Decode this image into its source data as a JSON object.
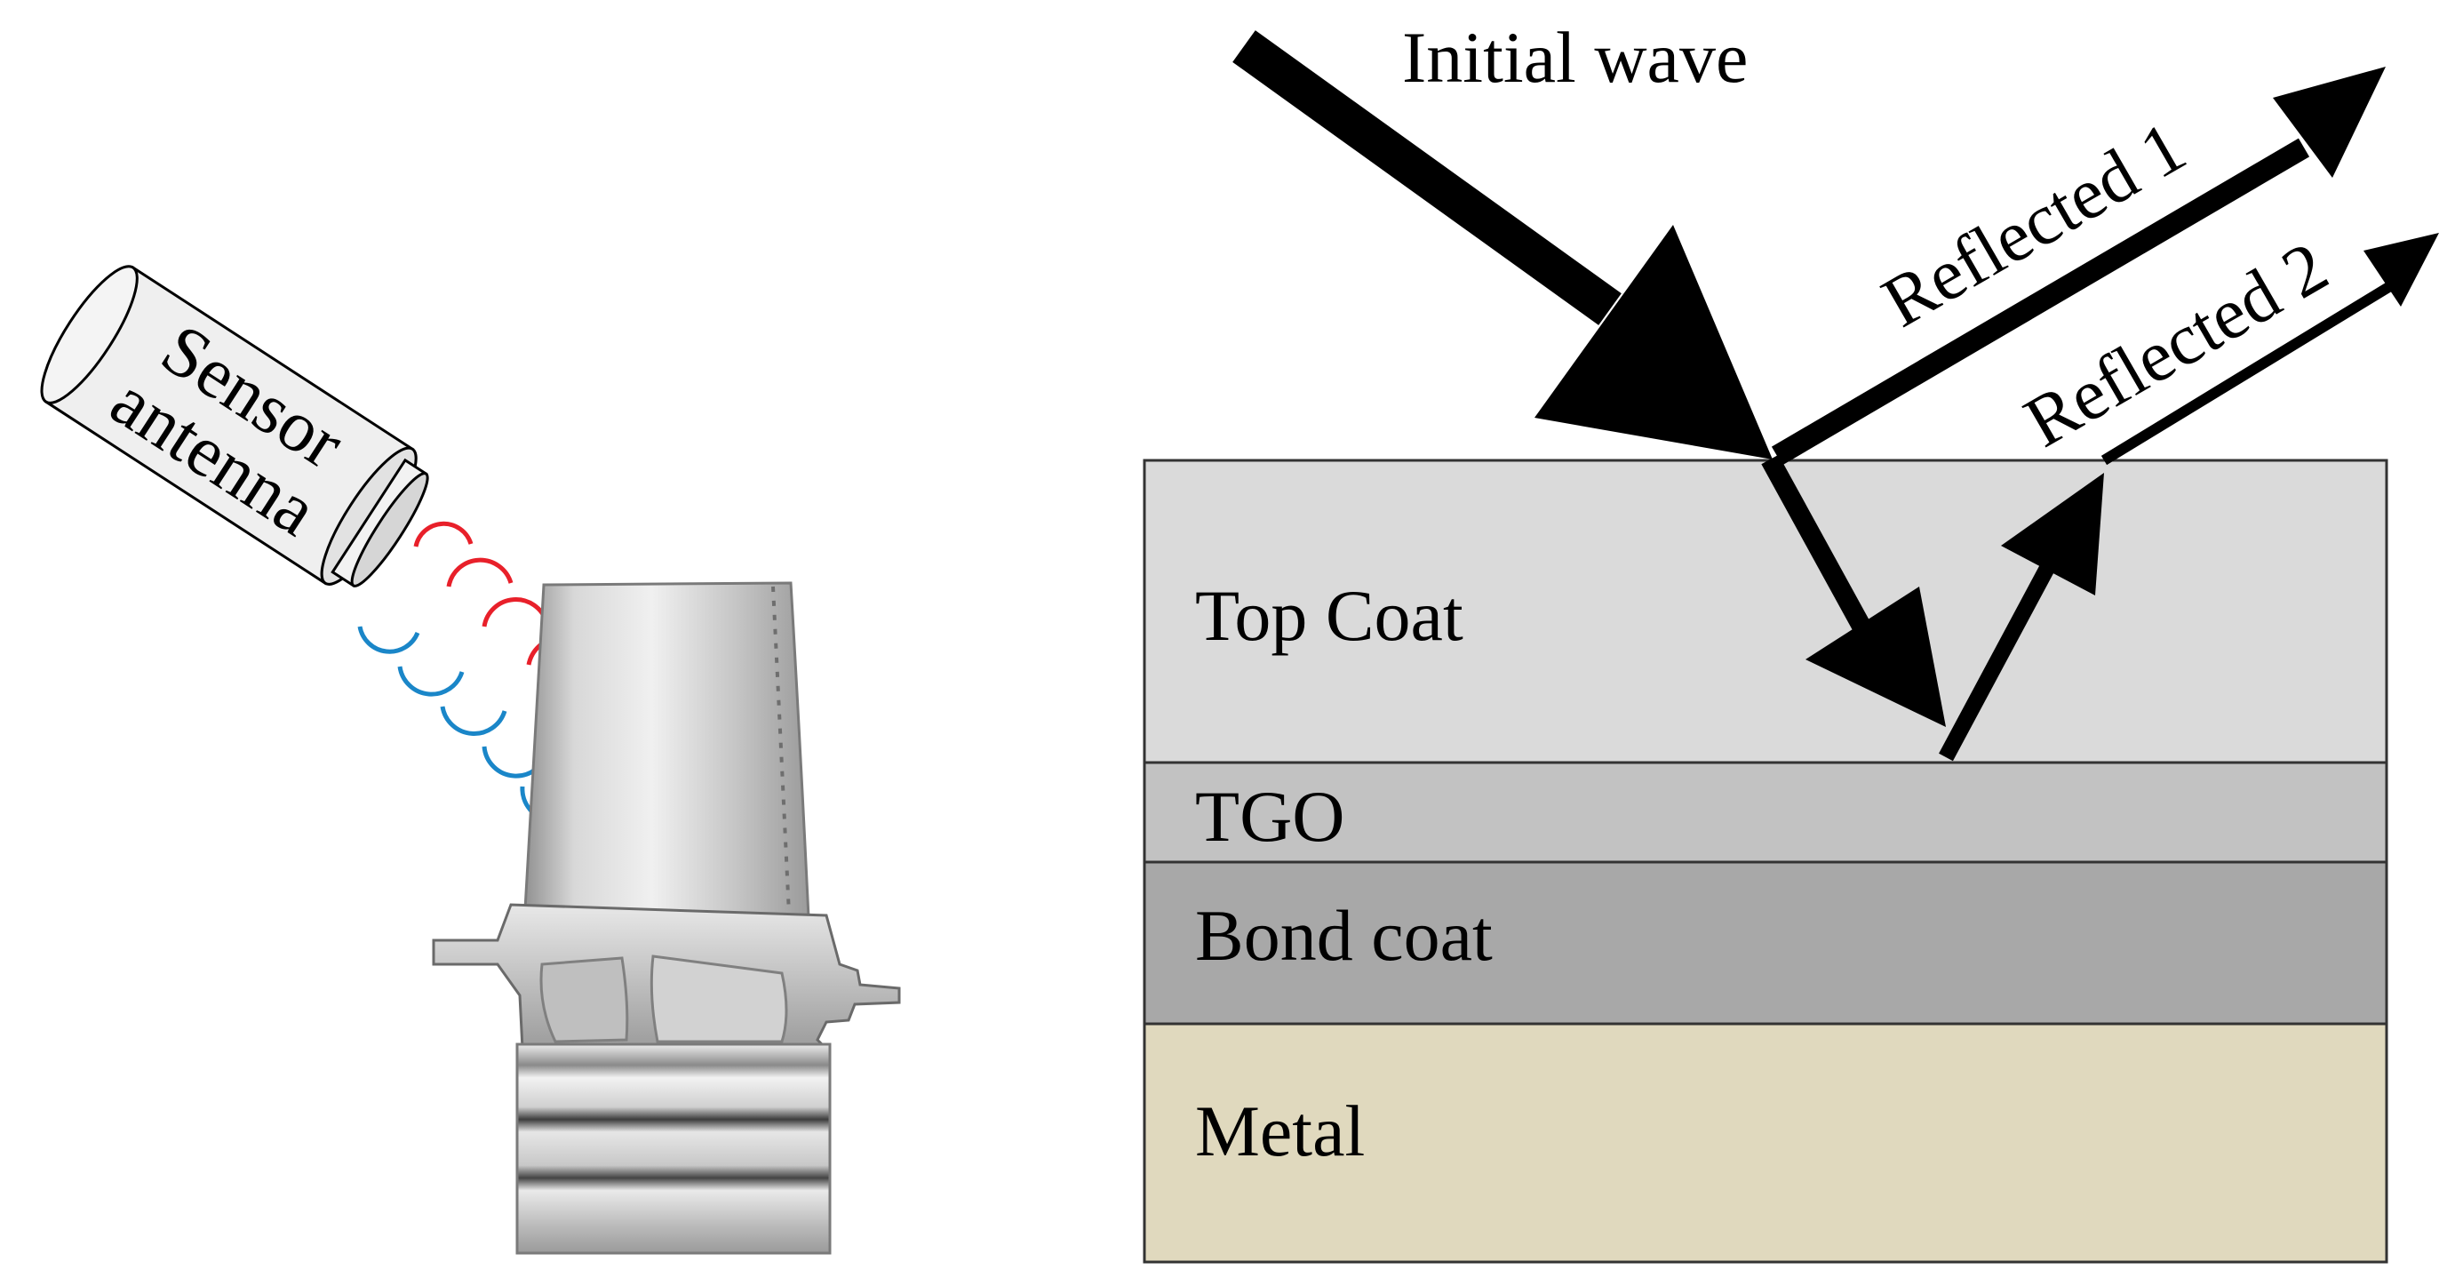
{
  "left_panel": {
    "antenna_label_line1": "Sensor",
    "antenna_label_line2": "antenna",
    "antenna_icon": "sensor-antenna-cylinder-icon",
    "blade_icon": "turbine-blade-icon",
    "emitted_wave_color": "#e8202a",
    "received_wave_color": "#1a86c8"
  },
  "right_panel": {
    "layers": [
      {
        "label": "Top Coat",
        "color": "#dadada"
      },
      {
        "label": "TGO",
        "color": "#c2c2c2"
      },
      {
        "label": "Bond coat",
        "color": "#a8a8a8"
      },
      {
        "label": "Metal",
        "color": "#e0d9be"
      }
    ],
    "arrows": {
      "initial": "Initial wave",
      "reflected_1": "Reflected 1",
      "reflected_2": "Reflected 2"
    }
  }
}
